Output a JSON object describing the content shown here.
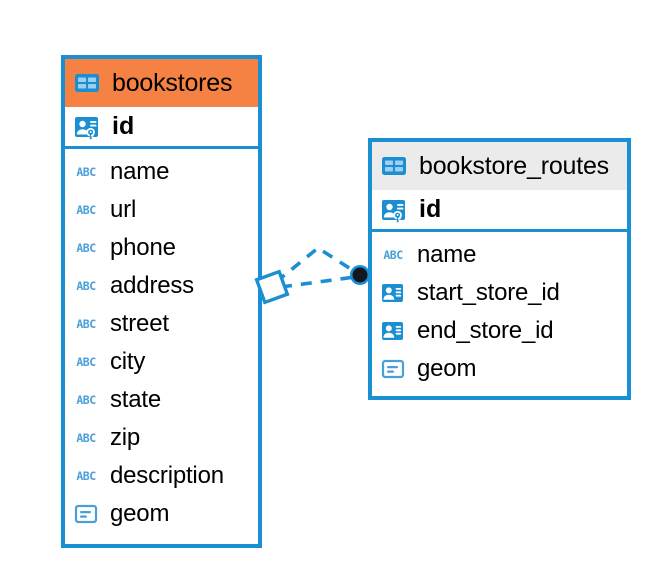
{
  "diagram": {
    "type": "entity-relationship-diagram",
    "background_color": "#ffffff",
    "accent_color": "#1a8fd1",
    "highlight_color": "#f58142",
    "header_gray": "#ebebeb"
  },
  "entities": [
    {
      "name": "bookstores",
      "header_style": "orange",
      "primary_key": {
        "label": "id",
        "icon": "primary-key-icon"
      },
      "fields": [
        {
          "label": "name",
          "icon": "text-abc-icon"
        },
        {
          "label": "url",
          "icon": "text-abc-icon"
        },
        {
          "label": "phone",
          "icon": "text-abc-icon"
        },
        {
          "label": "address",
          "icon": "text-abc-icon"
        },
        {
          "label": "street",
          "icon": "text-abc-icon"
        },
        {
          "label": "city",
          "icon": "text-abc-icon"
        },
        {
          "label": "state",
          "icon": "text-abc-icon"
        },
        {
          "label": "zip",
          "icon": "text-abc-icon"
        },
        {
          "label": "description",
          "icon": "text-abc-icon"
        },
        {
          "label": "geom",
          "icon": "geometry-icon"
        }
      ]
    },
    {
      "name": "bookstore_routes",
      "header_style": "gray",
      "primary_key": {
        "label": "id",
        "icon": "primary-key-icon"
      },
      "fields": [
        {
          "label": "name",
          "icon": "text-abc-icon"
        },
        {
          "label": "start_store_id",
          "icon": "foreign-key-icon"
        },
        {
          "label": "end_store_id",
          "icon": "foreign-key-icon"
        },
        {
          "label": "geom",
          "icon": "geometry-icon"
        }
      ]
    }
  ],
  "relationship": {
    "from_entity": "bookstores",
    "to_entity": "bookstore_routes",
    "source_marker": "diamond-icon",
    "target_marker": "filled-circle-icon",
    "line_style": "dashed",
    "line_color": "#1a8fd1"
  }
}
